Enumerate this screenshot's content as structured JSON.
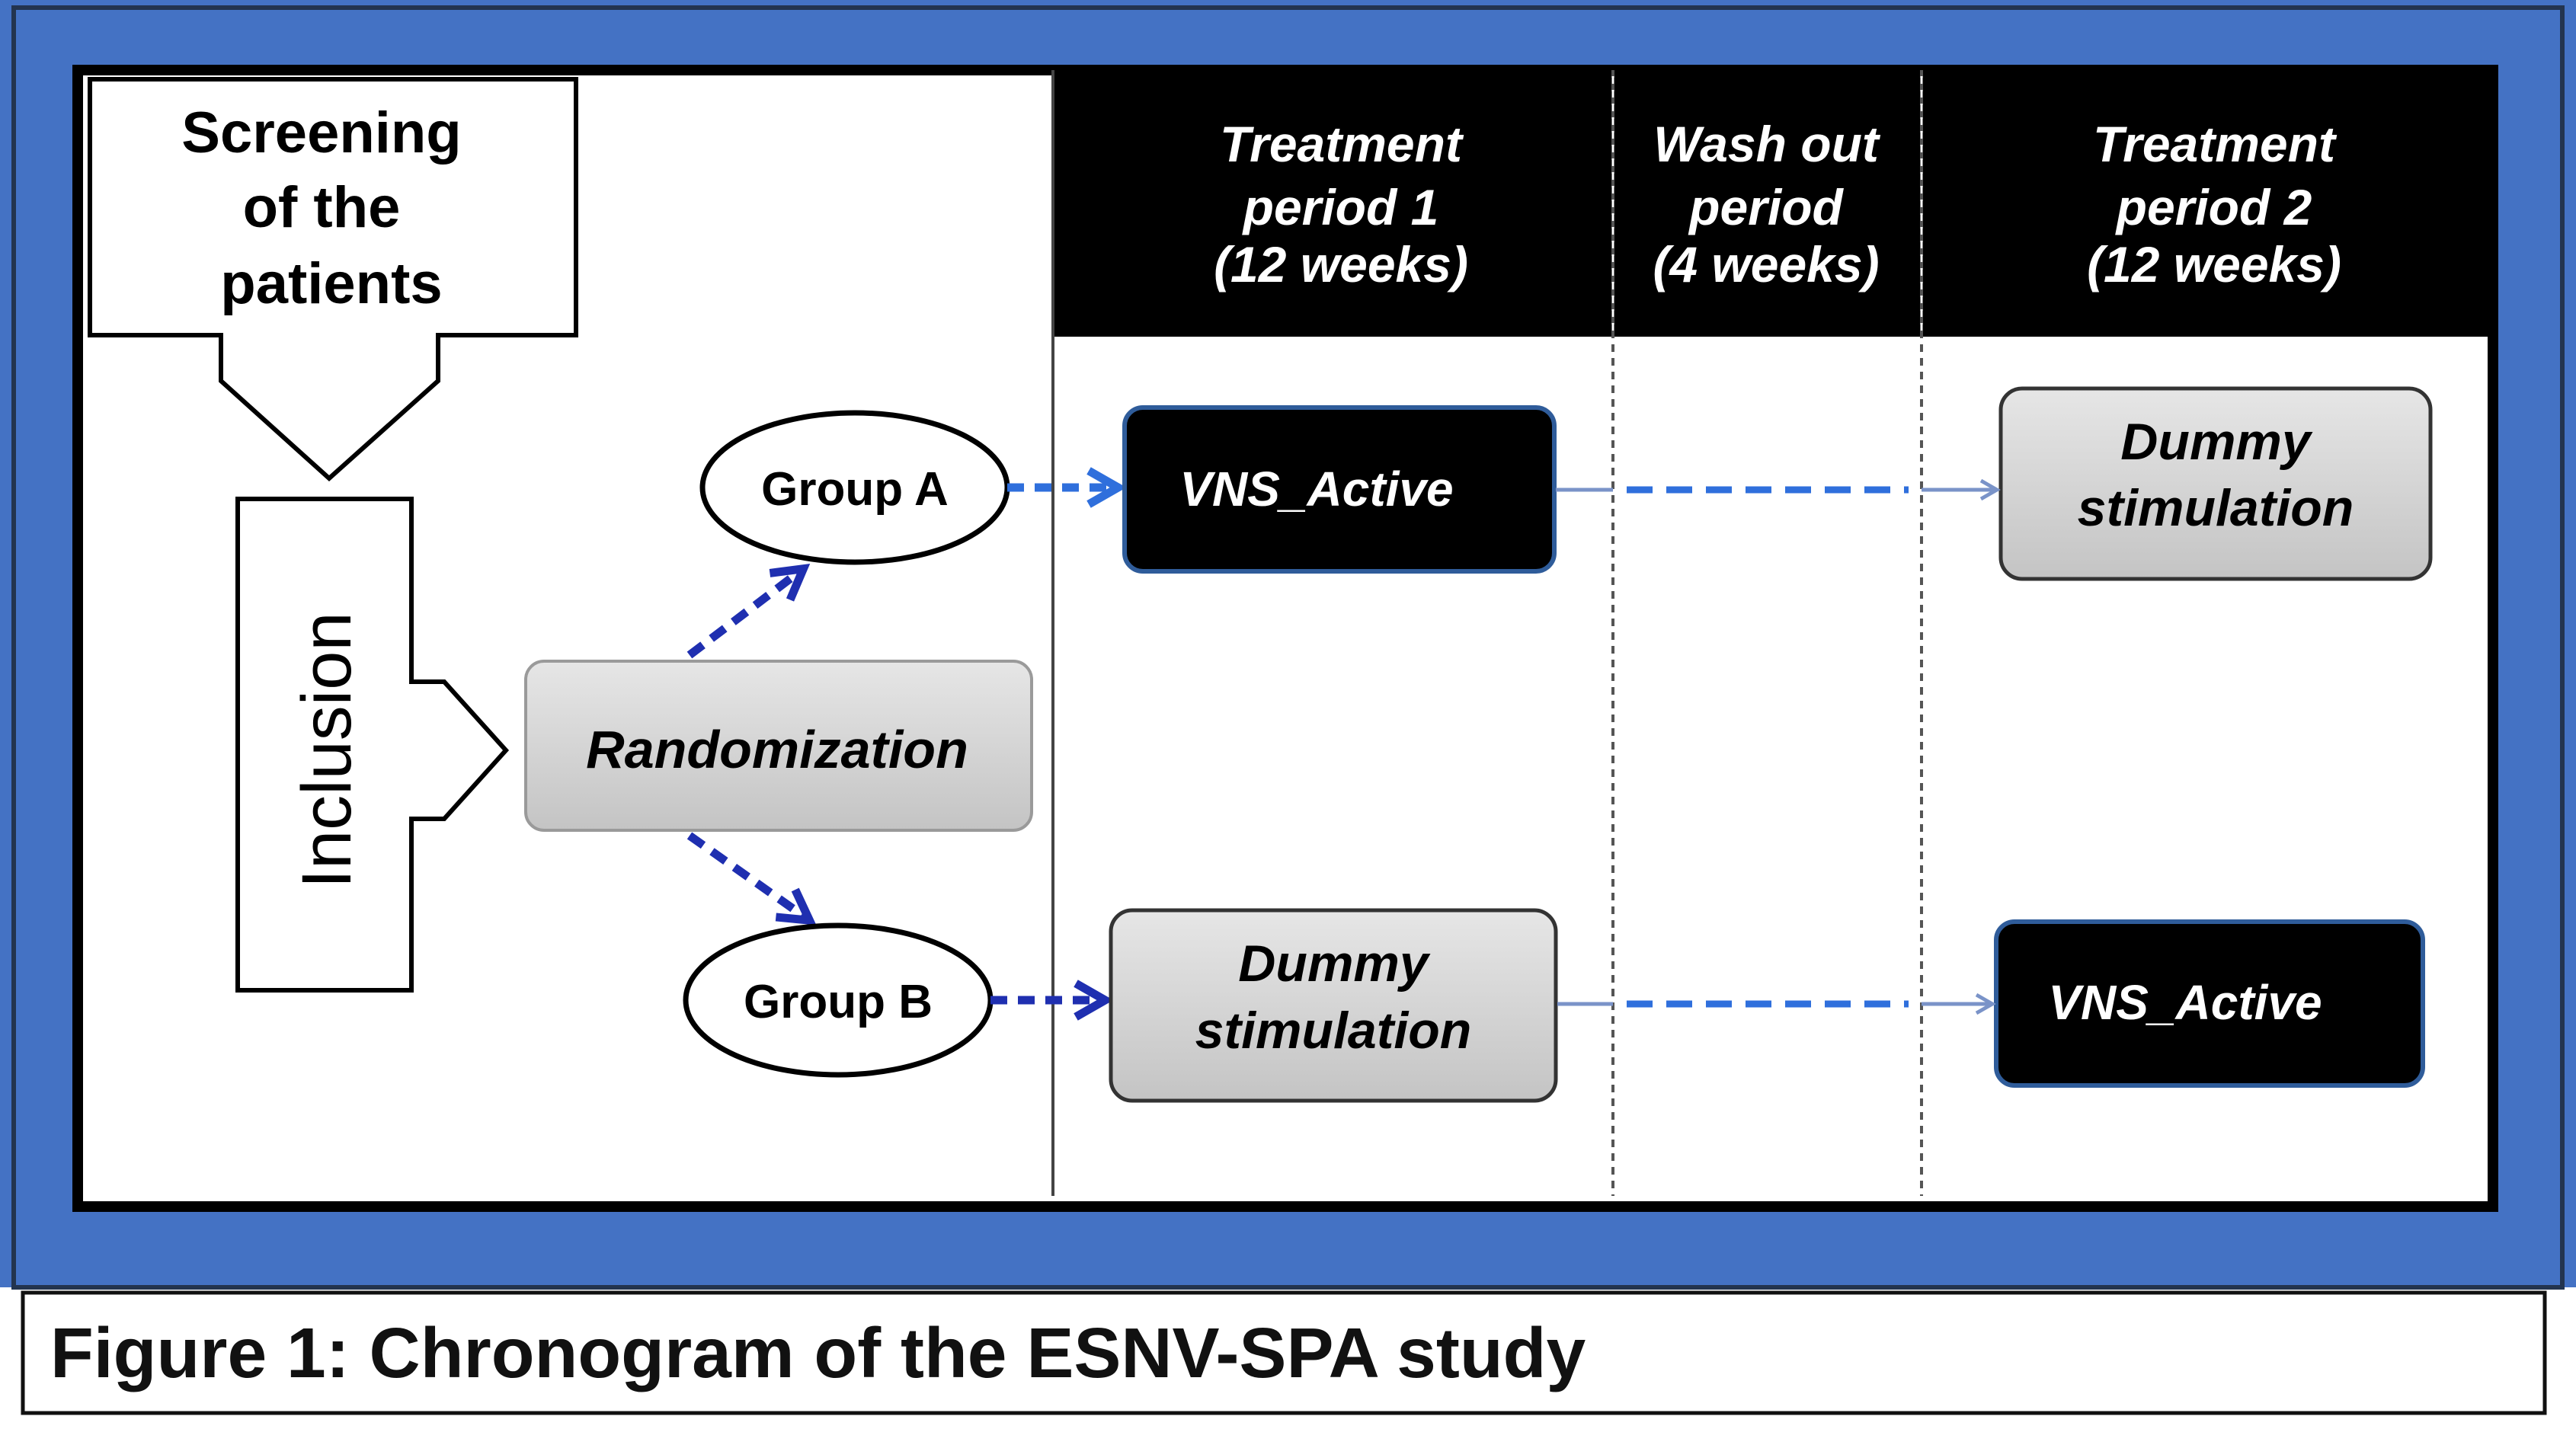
{
  "colors": {
    "frame_blue": "#4472c4",
    "arrow_blue": "#2f6fdc",
    "arrow_navy": "#1f2fb0",
    "connector_blue": "#7a93c8",
    "active_box": "#000000",
    "dummy_box": "#d4d4d4"
  },
  "screening": {
    "line1": "Screening",
    "line2": "of the",
    "line3": "patients"
  },
  "inclusion": {
    "label": "Inclusion"
  },
  "randomization": {
    "label": "Randomization"
  },
  "groups": {
    "a": {
      "label": "Group A"
    },
    "b": {
      "label": "Group B"
    }
  },
  "header": {
    "period1": {
      "line1": "Treatment",
      "line2": "period 1",
      "line3": "(12 weeks)"
    },
    "washout": {
      "line1": "Wash out",
      "line2": "period",
      "line3": "(4 weeks)"
    },
    "period2": {
      "line1": "Treatment",
      "line2": "period 2",
      "line3": "(12 weeks)"
    }
  },
  "treatments": {
    "a_period1": {
      "label": "VNS_Active"
    },
    "a_period2": {
      "line1": "Dummy",
      "line2": "stimulation"
    },
    "b_period1": {
      "line1": "Dummy",
      "line2": "stimulation"
    },
    "b_period2": {
      "label": "VNS_Active"
    }
  },
  "caption": "Figure 1: Chronogram of the ESNV-SPA study"
}
